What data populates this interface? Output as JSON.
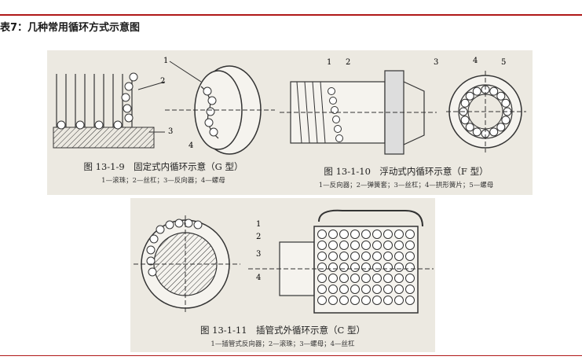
{
  "header": {
    "title": "表7：几种常用循环方式示意图"
  },
  "figures": [
    {
      "caption": "图 13-1-9　固定式内循环示意（G 型）",
      "legend": "1—滚珠；2—丝杠；3—反向器；4—螺母",
      "labels": [
        "1",
        "2",
        "3",
        "4"
      ]
    },
    {
      "caption": "图 13-1-10　浮动式内循环示意（F 型）",
      "legend": "1—反向器；2—弹簧套；3—丝杠；4—拱形簧片；5—螺母",
      "labels": [
        "1",
        "2",
        "3",
        "4",
        "5"
      ]
    },
    {
      "caption": "图 13-1-11　插管式外循环示意（C 型）",
      "legend": "1—插管式反向器；2—滚珠；3—螺母；4—丝杠",
      "labels": [
        "1",
        "2",
        "3",
        "4"
      ]
    }
  ],
  "colors": {
    "accent_line": "#b01818",
    "figure_bg": "#ece9e1"
  }
}
